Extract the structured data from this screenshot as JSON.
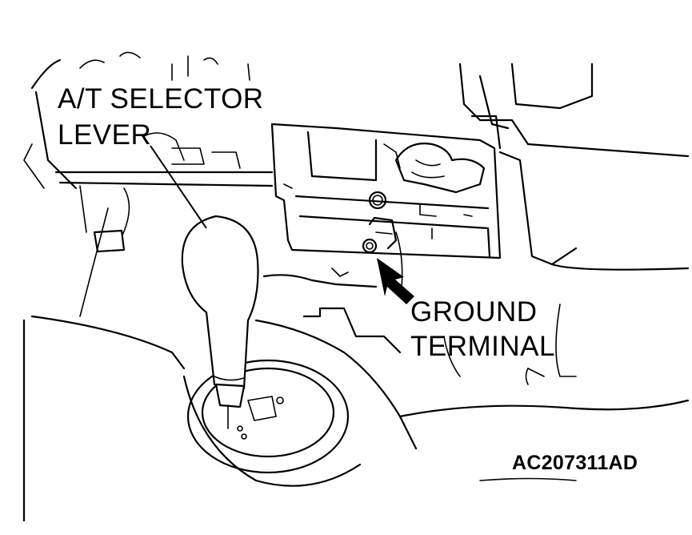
{
  "labels": {
    "selector_line1": "A/T SELECTOR",
    "selector_line2": "LEVER",
    "ground_line1": "GROUND",
    "ground_line2": "TERMINAL",
    "figure_code": "AC207311AD"
  },
  "colors": {
    "ink": "#000000",
    "paper": "#ffffff"
  },
  "icons": {
    "pointer": "black-arrow-icon"
  }
}
